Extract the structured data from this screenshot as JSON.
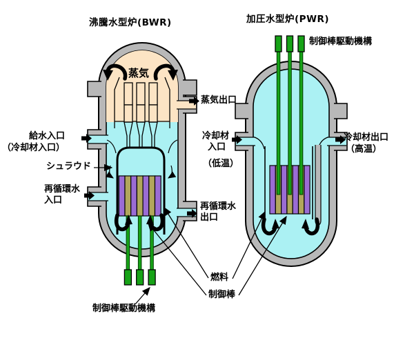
{
  "colors": {
    "wall": "#b8b8b8",
    "water": "#abf1f3",
    "steam": "#fce4c4",
    "fuel": "#9a6cd4",
    "control": "#b1a75c",
    "rod": "#17a317",
    "ink": "#000000"
  },
  "titles": {
    "bwr": "沸騰水型炉(BWR)",
    "pwr": "加圧水型炉(PWR)"
  },
  "bwr": {
    "steam": "蒸気",
    "steam_outlet": "蒸気出口",
    "feedwater_inlet_line1": "給水入口",
    "feedwater_inlet_line2": "（冷却材入口）",
    "shroud": "シュラウド",
    "recirc_inlet_line1": "再循環水",
    "recirc_inlet_line2": "入口",
    "recirc_outlet_line1": "再循環水",
    "recirc_outlet_line2": "出口",
    "crdm": "制御棒駆動機構"
  },
  "pwr": {
    "crdm": "制御棒駆動機構",
    "coolant_inlet_line1": "冷却材",
    "coolant_inlet_line2": "入口",
    "coolant_inlet_note": "（低温）",
    "coolant_outlet": "冷却材出口",
    "coolant_outlet_note": "（高温）"
  },
  "shared": {
    "fuel": "燃料",
    "control_rod": "制御棒"
  }
}
